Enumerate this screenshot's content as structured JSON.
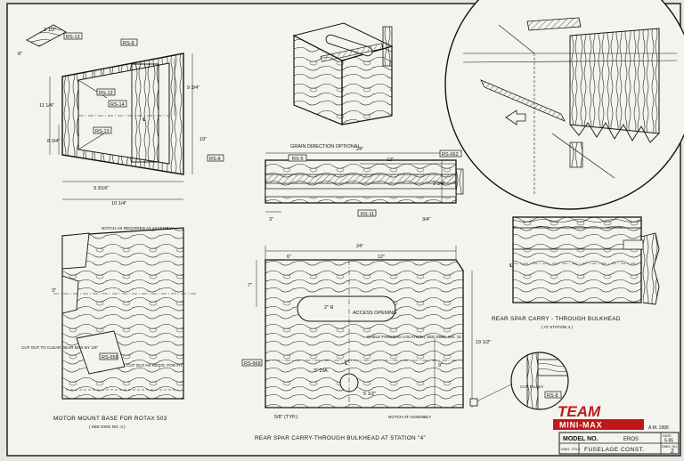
{
  "labels": {
    "rs13_top": "RS-13",
    "rs8_top": "RS-8",
    "rs13_a": "RS-13",
    "rs14": "RS-14",
    "rs13_b": "RS-13",
    "rs8_right": "RS-8",
    "rs5": "RS-5",
    "rs662_top": "RS-662",
    "rs11": "RS-11",
    "rs656": "RS-656",
    "rs668": "RS-668",
    "rs8_detail": "RS-8"
  },
  "notes": {
    "grain": "GRAIN DIRECTION OPTIONAL",
    "notch_required": "NOTCH AS REQUIRED AT ASSEMBLY",
    "cut_clear": "CUT OUT TO CLEAR GEAR BOX BY 1/8\"",
    "cut_reqd": "CUT OUT AS REQ'D. FOR FIT",
    "access": "ACCESS OPENING",
    "cable": "CABLE FAIRLEAD LOCATION ( SEE DWG. NO. 12 )",
    "notch_assembly": "NOTCH AT ASSEMBLY",
    "dia_2": "2\" R",
    "dia_3": "3\" DIA.",
    "typ": "5/8\" (TYP.)",
    "cut_flush": "CUT FLUSH"
  },
  "dims": {
    "a": "3 1/2\"",
    "b": "8\"",
    "c": "9 3/4\"",
    "d": "11 1/4\"",
    "e": "19\"",
    "f": "8 3/4\"",
    "g": "9 3/16\"",
    "h": "10 1/4\"",
    "i": "24\"",
    "j": "12\"",
    "k": "3 3/4\"",
    "l": "3\"",
    "m": "3/4\"",
    "n": "24\"",
    "o": "6\"",
    "p": "12\"",
    "q": "7\"",
    "r": "19 1/2\"",
    "s": "9\"",
    "t": "5 1/2\"",
    "u": "3\"",
    "cl1": "℄",
    "cl2": "℄",
    "cl3": "℄"
  },
  "captions": {
    "motor": "MOTOR MOUNT BASE FOR ROTAX 503",
    "motor_sub": "( SEE DWG NO. 3 )",
    "bulk": "REAR SPAR CARRY-THROUGH BULKHEAD AT STATION \"4\"",
    "rear": "REAR SPAR CARRY - THROUGH BULKHEAD",
    "rear_sub": "( AT STATION 4 )"
  },
  "logo": {
    "line1": "TEAM",
    "line2": "MINI-MAX"
  },
  "title_block": {
    "date": "A.M. 1995",
    "model_label": "MODEL NO.",
    "model_value": "EROS",
    "dwg_title_label": "DWG. TITLE",
    "dwg_title": "FUSELAGE CONST.",
    "date_label": "DATE",
    "date_value": "5-95",
    "dwg_no_label": "DWG. NO.",
    "dwg_no": "2"
  },
  "colors": {
    "ink": "#141414",
    "paper": "#f4f3ee",
    "logo": "#c01818"
  }
}
